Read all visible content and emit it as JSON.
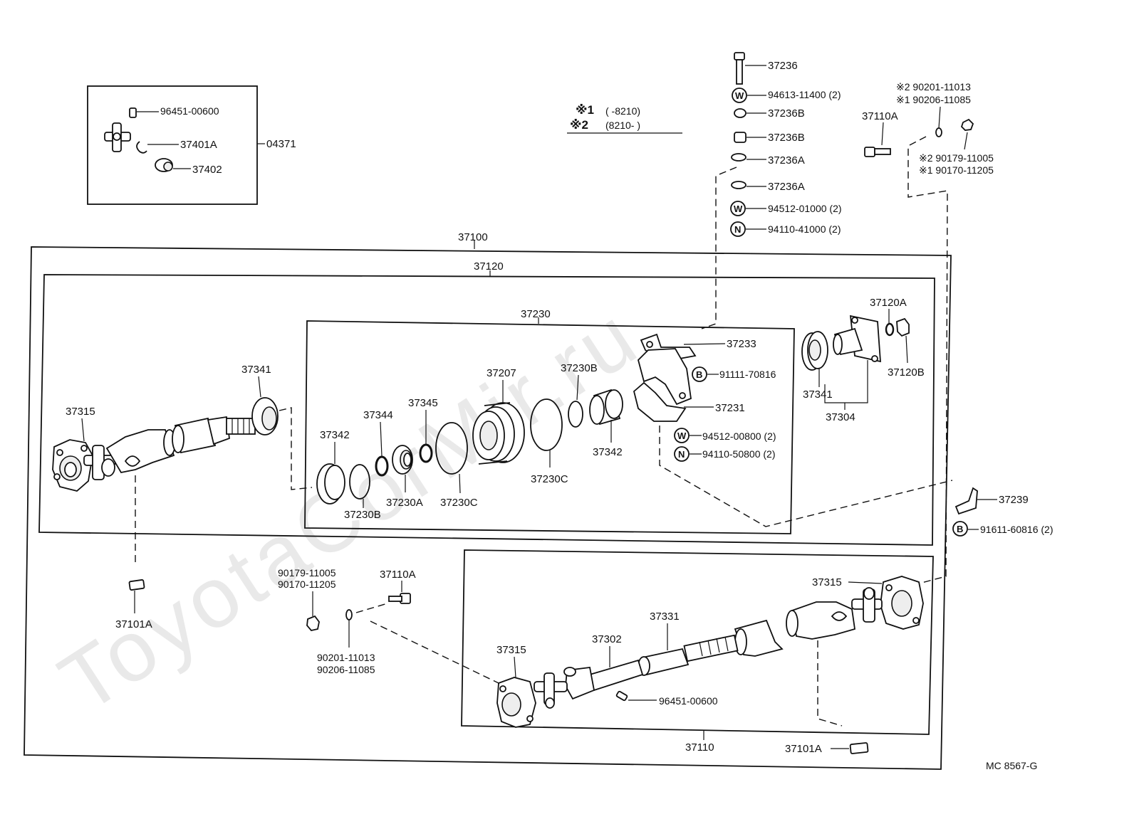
{
  "watermark": "ToyotaCorMir.ru",
  "diagram_code": "MC 8567-G",
  "legend": {
    "n1_mark": "※1",
    "n1_range": "(       -8210)",
    "n2_mark": "※2",
    "n2_range": "(8210-        )"
  },
  "groups": {
    "assembly": "37100",
    "front_shaft": "37120",
    "center_bearing": "37230",
    "rear_shaft": "37110",
    "repair_kit": "04371"
  },
  "kit_parts": {
    "grease_fitting": "96451-00600",
    "snap_ring": "37401A",
    "bearing_cup": "37402"
  },
  "front_shaft_parts": {
    "yoke": "37315",
    "dust_cover": "37341",
    "spacer_ring": "37342",
    "snap_ring_b": "37230B",
    "ring": "37344",
    "bearing": "37230A",
    "washer": "37345",
    "o_ring": "37230C",
    "cushion": "37207",
    "o_ring_2": "37230C",
    "snap_ring_b2": "37230B",
    "spacer_ring_2": "37342",
    "bracket": "37233",
    "bolt": "91111-70816",
    "bracket_lower": "37231",
    "washer_w": "94512-00800 (2)",
    "nut_n": "94110-50800 (2)"
  },
  "flange_parts": {
    "washer": "37120A",
    "nut": "37120B",
    "dust_cover": "37341",
    "flange_assy": "37304"
  },
  "bolt_stack": {
    "bolt": "37236",
    "washer_w": "94613-11400 (2)",
    "cushion_1": "37236B",
    "cushion_2": "37236B",
    "retainer_1": "37236A",
    "retainer_2": "37236A",
    "washer_w2": "94512-01000 (2)",
    "nut_n": "94110-41000 (2)"
  },
  "top_right": {
    "bolt": "37110A",
    "line1": "※2  90201-11013",
    "line2": "※1  90206-11085",
    "line3": "※2  90179-11005",
    "line4": "※1  90170-11205"
  },
  "clip": {
    "part": "37239",
    "bolt": "91611-60816 (2)"
  },
  "rear_area": {
    "nut_1": "90179-11005",
    "nut_2": "90170-11205",
    "bolt": "37110A",
    "washer_1": "90201-11013",
    "washer_2": "90206-11085",
    "balance_left": "37101A",
    "yoke_right": "37315",
    "tube": "37331",
    "shaft": "37302",
    "yoke_left": "37315",
    "grease_fitting": "96451-00600",
    "balance_right": "37101A"
  },
  "circle_marks": {
    "w": "W",
    "n": "N",
    "b": "B"
  }
}
